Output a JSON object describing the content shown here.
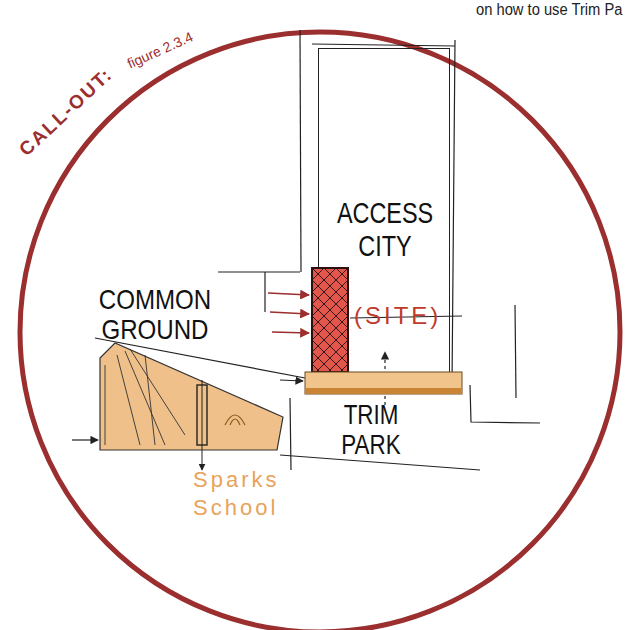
{
  "diagram": {
    "nodes": [
      {
        "text": [
          "ACCESS CITY"
        ]
      },
      {
        "text": [
          "(SITE)"
        ]
      },
      {
        "text": [
          "TRIM PARK"
        ]
      },
      {
        "text": [
          "COMMON GROUND",
          "Sparks School"
        ]
      }
    ],
    "labels": [
      "CALL-OUT:",
      "figure 2.3.4",
      "on how to use Trim Pa"
    ]
  }
}
